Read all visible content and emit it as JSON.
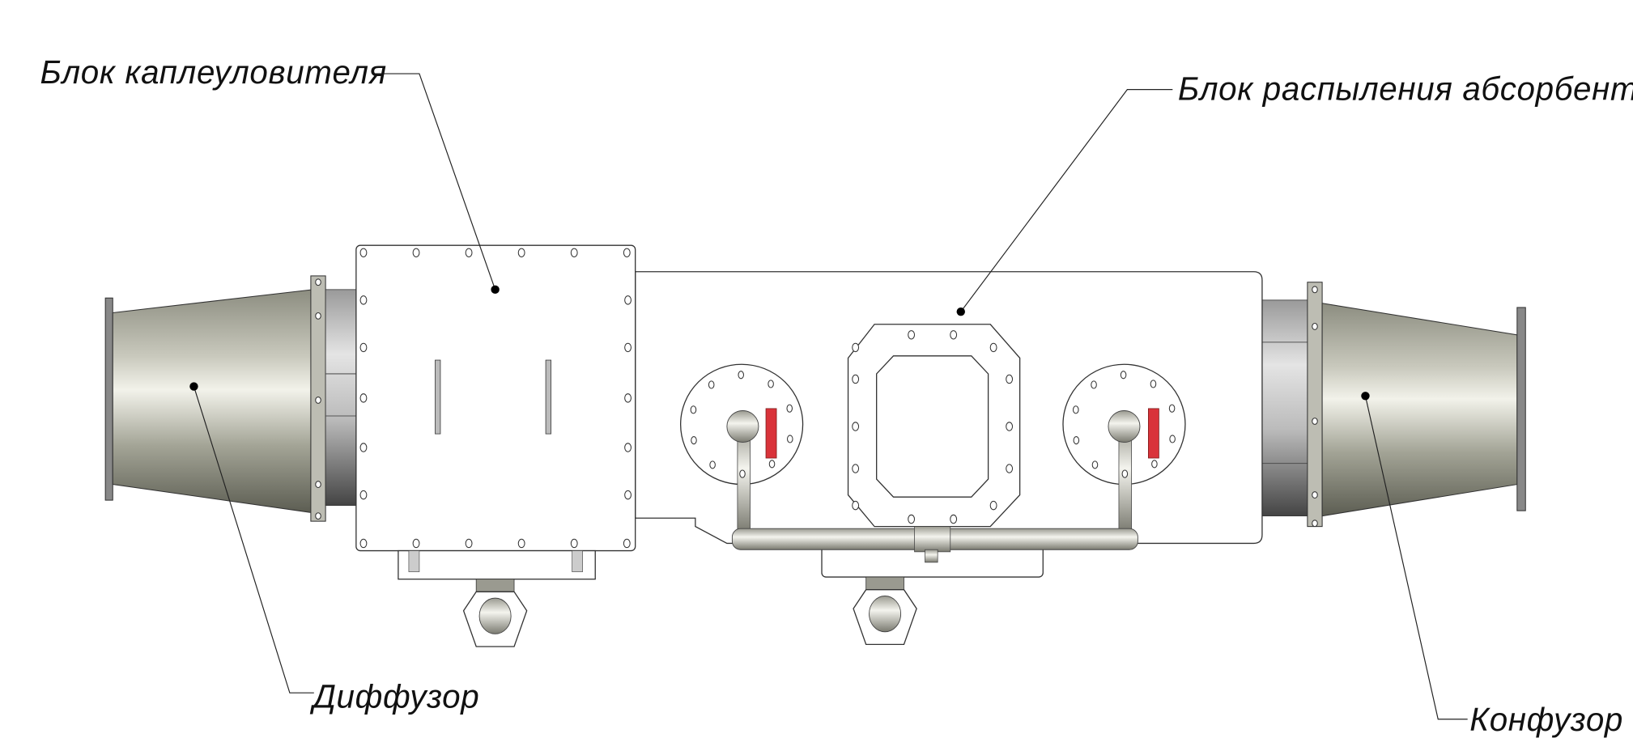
{
  "labels": {
    "droplet_separator": "Блок каплеуловителя",
    "absorbent_spray": "Блок распыления абсорбента",
    "diffuser": "Диффузор",
    "confuser": "Конфузор"
  },
  "colors": {
    "valve_handle": "#d9333a",
    "metal_light": "#e8e8de",
    "metal_dark": "#6f7063"
  }
}
